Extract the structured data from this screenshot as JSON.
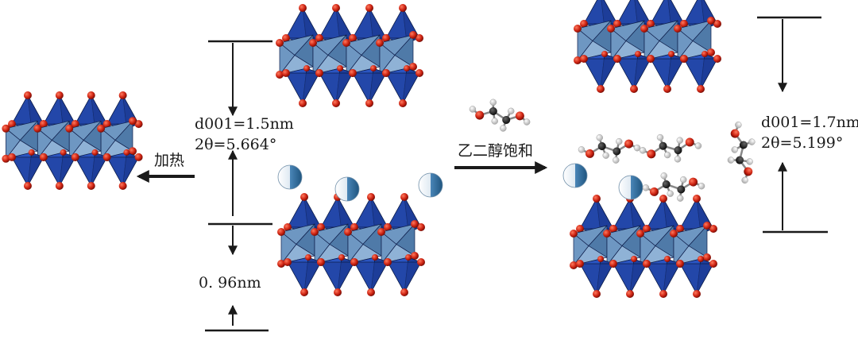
{
  "labels": {
    "heat": "加热",
    "glycol_saturation": "乙二醇饱和",
    "left_d001": "d001=1.5nm",
    "left_two_theta": "2θ=5.664°",
    "left_layer_thickness": "0. 96nm",
    "right_d001": "d001=1.7nm",
    "right_two_theta": "2θ=5.199°"
  },
  "colors": {
    "tetrahedron_dark": "#1d3f9e",
    "tetrahedron_mid": "#2a55c2",
    "octahedron_light": "#8fb2d6",
    "octahedron_mid": "#6e97c2",
    "octahedron_dark": "#4f7aa8",
    "oxygen": "#cc2211",
    "carbon": "#222222",
    "hydrogen": "#e8e8e8",
    "cation_left": "#ffffff",
    "cation_right": "#2f6f9e",
    "arrow": "#1a1a1a"
  }
}
